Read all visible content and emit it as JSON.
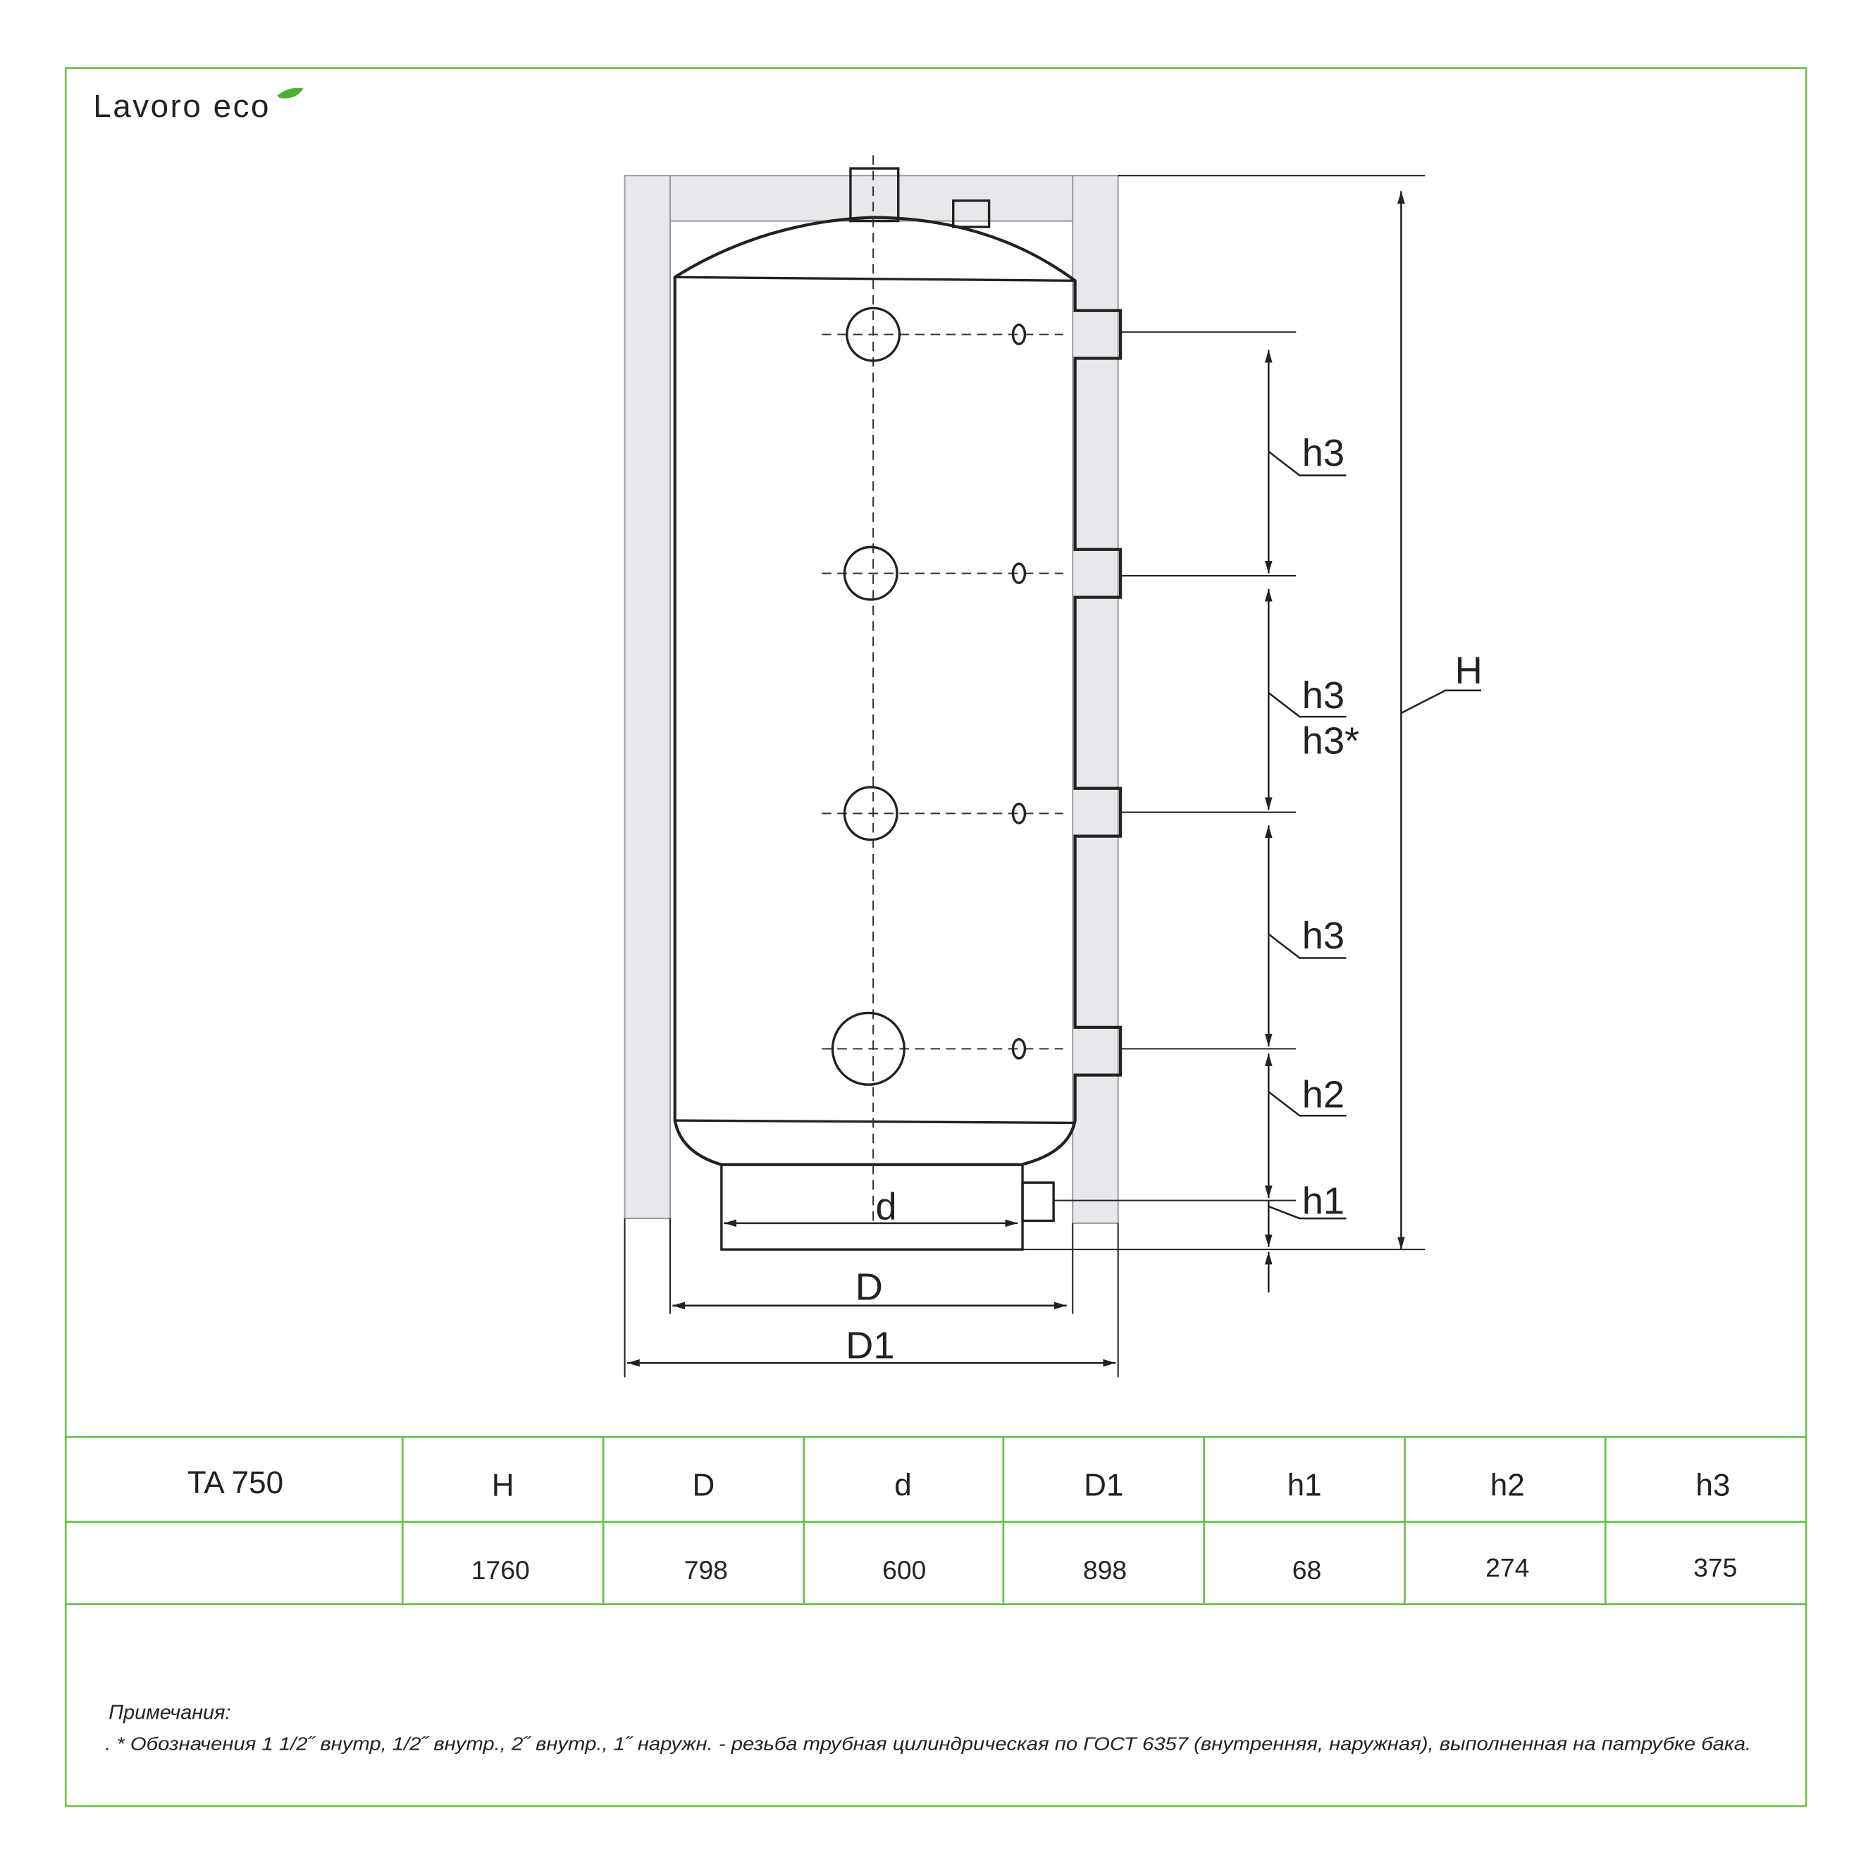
{
  "logo": {
    "text": "Lavoro eco",
    "leaf_color": "#4caf3a"
  },
  "colors": {
    "border": "#6cbf4a",
    "casing": "#e9e7ec",
    "line": "#222222"
  },
  "drawing": {
    "labels": {
      "H": "H",
      "D": "D",
      "d": "d",
      "D1": "D1",
      "h1": "h1",
      "h2": "h2",
      "h3_top": "h3",
      "h3_mid": "h3",
      "h3_star": "h3*",
      "h3_low": "h3"
    }
  },
  "table": {
    "model": "TA 750",
    "headers": [
      "H",
      "D",
      "d",
      "D1",
      "h1",
      "h2",
      "h3"
    ],
    "values": [
      "1760",
      "798",
      "600",
      "898",
      "68",
      "274",
      "375"
    ]
  },
  "notes": {
    "title": "Примечания:",
    "text": ". * Обозначения 1 1/2˝ внутр, 1/2˝ внутр., 2˝ внутр., 1˝  наружн. - резьба трубная цилиндрическая по ГОСТ 6357 (внутренняя, наружная), выполненная на патрубке бака."
  }
}
